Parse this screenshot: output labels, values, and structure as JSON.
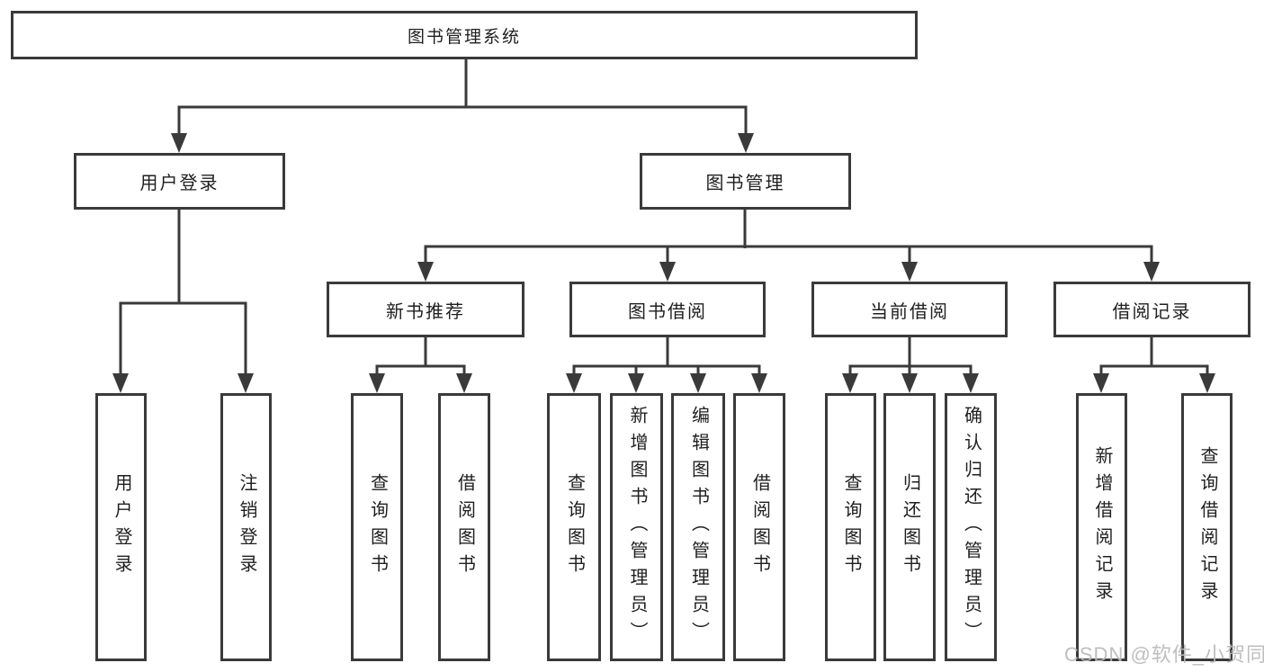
{
  "diagram": {
    "title": "图书管理系统",
    "branches": [
      {
        "label": "用户登录",
        "children": [
          {
            "label": "用户登录"
          },
          {
            "label": "注销登录"
          }
        ]
      },
      {
        "label": "图书管理",
        "children": [
          {
            "label": "新书推荐",
            "children": [
              {
                "label": "查询图书"
              },
              {
                "label": "借阅图书"
              }
            ]
          },
          {
            "label": "图书借阅",
            "children": [
              {
                "label": "查询图书"
              },
              {
                "label": "新增图书（管理员）"
              },
              {
                "label": "编辑图书（管理员）"
              },
              {
                "label": "借阅图书"
              }
            ]
          },
          {
            "label": "当前借阅",
            "children": [
              {
                "label": "查询图书"
              },
              {
                "label": "归还图书"
              },
              {
                "label": "确认归还（管理员）"
              }
            ]
          },
          {
            "label": "借阅记录",
            "children": [
              {
                "label": "新增借阅记录"
              },
              {
                "label": "查询借阅记录"
              }
            ]
          }
        ]
      }
    ]
  },
  "watermark": "CSDN @软件_小贺同学",
  "colors": {
    "line": "#3a3a3a",
    "box_border": "#3a3a3a",
    "text": "#1f1f1f",
    "background": "#ffffff",
    "watermark": "#b9b9b9"
  }
}
